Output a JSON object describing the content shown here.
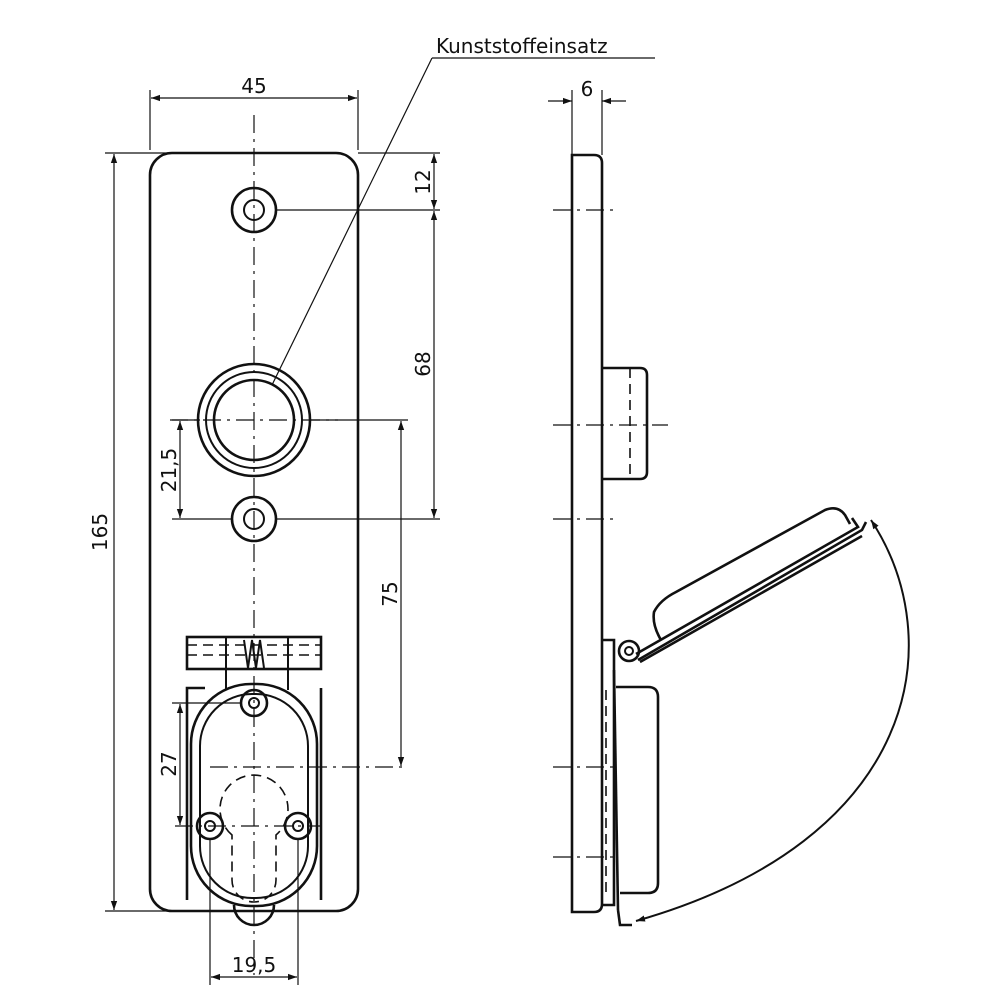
{
  "callout": {
    "label": "Kunststoffeinsatz"
  },
  "dimensions": {
    "width": "45",
    "height": "165",
    "top_hole_offset": "12",
    "hole_spacing": "68",
    "handle_offset": "21,5",
    "handle_to_cylinder": "75",
    "cylinder_offset": "27",
    "cover_width": "19,5",
    "plate_thickness": "6"
  }
}
